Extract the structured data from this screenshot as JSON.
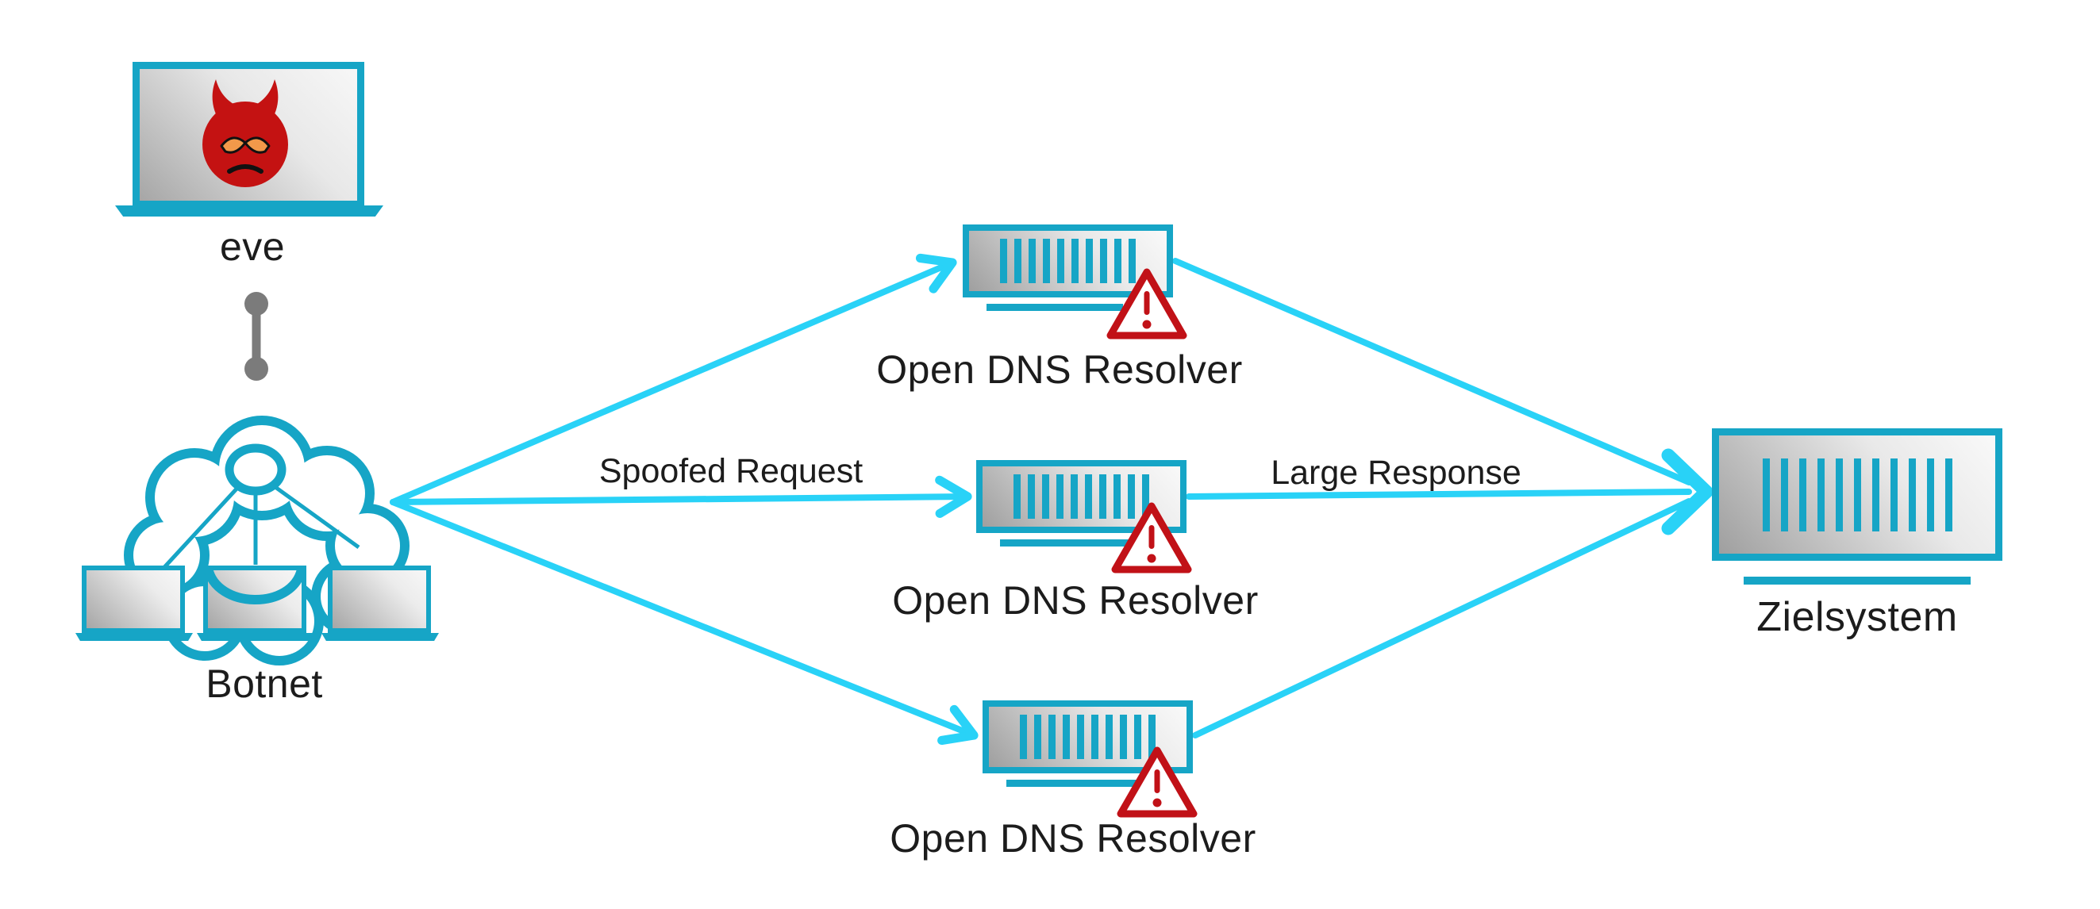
{
  "diagram": {
    "attacker": {
      "label": "eve"
    },
    "botnet": {
      "label": "Botnet"
    },
    "resolvers": [
      {
        "label": "Open DNS Resolver"
      },
      {
        "label": "Open DNS Resolver"
      },
      {
        "label": "Open DNS Resolver"
      }
    ],
    "target": {
      "label": "Zielsystem"
    },
    "edge_labels": {
      "request": "Spoofed Request",
      "response": "Large Response"
    },
    "icons": {
      "attacker_screen": "devil-face-icon",
      "resolver_alert": "warning-triangle-icon",
      "botnet": "cloud-network-icon",
      "nodes": "server-icon"
    }
  },
  "colors": {
    "node_teal": "#16a5c6",
    "arrow_cyan": "#29d2f7",
    "alert_red": "#c11117",
    "devil_red": "#c41212",
    "devil_eye_orange": "#f2994a",
    "connector_gray": "#7b7b7b",
    "text": "#1c1c1c",
    "screen_gradient_dark": "#a6a6a6",
    "screen_gradient_light": "#f7f7f7"
  }
}
